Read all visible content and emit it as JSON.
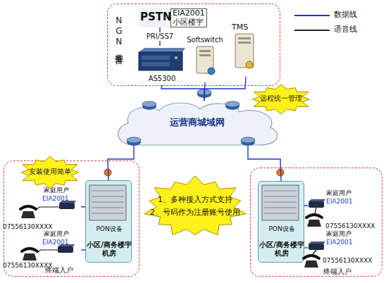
{
  "diagram": {
    "nodes": [
      {
        "text": [
          "NGN业务平台"
        ]
      },
      {
        "text": [
          "PSTN"
        ],
        "in": 0
      },
      {
        "text": [
          "AS5300"
        ],
        "in": 0
      },
      {
        "text": [
          "Softswitch"
        ],
        "in": 0
      },
      {
        "text": [
          "TMS"
        ],
        "in": 0
      },
      {
        "text": [
          "远程统一管理"
        ]
      },
      {
        "text": [
          "运营商城域网"
        ]
      },
      {
        "text": [
          "安装使用简单"
        ]
      },
      {
        "text": [
          "终端入户"
        ]
      },
      {
        "text": [
          "PON设备",
          "小区/商务楼宇机房"
        ],
        "in": 8
      },
      {
        "text": [
          "家庭用户",
          "EIA2001"
        ],
        "in": 8
      },
      {
        "text": [
          "家庭用户",
          "EIA2001"
        ],
        "in": 8
      },
      {
        "text": [
          "1、多种接入方式支持",
          "2、号码作为注册账号使用"
        ]
      },
      {
        "text": [
          "终端入户"
        ]
      },
      {
        "text": [
          "PON设备",
          "小区/商务楼宇机房"
        ],
        "in": 13
      },
      {
        "text": [
          "家庭用户",
          "EIA2001"
        ],
        "in": 13
      },
      {
        "text": [
          "家庭用户",
          "EIA2001"
        ],
        "in": 13
      }
    ],
    "edges": [
      {
        "from": 1,
        "to": 2,
        "arrow": "none",
        "label": "PRI/SS7"
      },
      {
        "from": 2,
        "to": 6,
        "arrow": "none"
      },
      {
        "from": 3,
        "to": 6,
        "arrow": "none"
      },
      {
        "from": 4,
        "to": 6,
        "arrow": "none"
      },
      {
        "from": 6,
        "to": 9,
        "arrow": "none"
      },
      {
        "from": 6,
        "to": 14,
        "arrow": "none"
      },
      {
        "from": 9,
        "to": 10,
        "arrow": "none"
      },
      {
        "from": 9,
        "to": 11,
        "arrow": "none"
      },
      {
        "from": 14,
        "to": 15,
        "arrow": "none"
      },
      {
        "from": 14,
        "to": 16,
        "arrow": "none"
      }
    ],
    "labels": [
      "EIA2001小区楼宇",
      "07556130XXXX",
      "07556130XXXX",
      "07556130XXXX",
      "07556130XXXX"
    ],
    "legend": [
      {
        "text": "数据线"
      },
      {
        "text": "语音线"
      }
    ]
  }
}
